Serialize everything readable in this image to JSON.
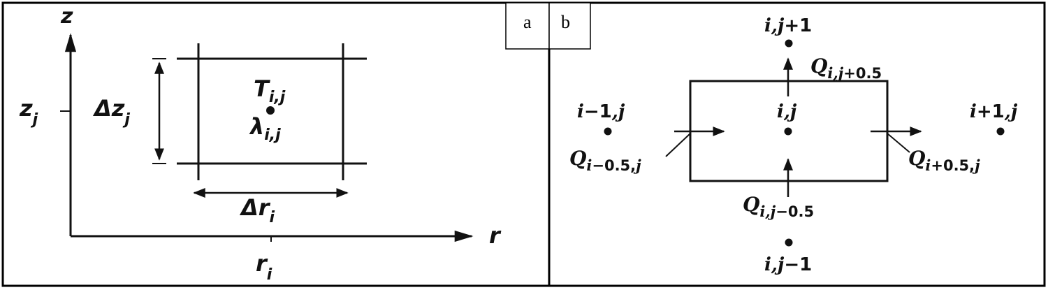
{
  "figure": {
    "panels": [
      {
        "id": "a",
        "tag": "a",
        "axes": {
          "vertical_label": "z",
          "horizontal_label": "r",
          "z_tick_label": {
            "main": "z",
            "sub": "j"
          },
          "r_tick_label": {
            "main": "r",
            "sub": "i"
          }
        },
        "cell": {
          "delta_z": {
            "main": "Δz",
            "sub": "j"
          },
          "delta_r": {
            "main": "Δr",
            "sub": "i"
          },
          "temperature": {
            "main": "T",
            "sub": "i,j"
          },
          "conductivity": {
            "main": "λ",
            "sub": "i,j"
          }
        }
      },
      {
        "id": "b",
        "tag": "b",
        "nodes": {
          "center": "i,j",
          "top": {
            "ij": "i,j",
            "rest": "+1"
          },
          "bottom": {
            "ij": "i,j",
            "rest": "−1"
          },
          "left": {
            "pre": "i",
            "mid": "−1",
            "post": ",j"
          },
          "right": {
            "pre": "i",
            "mid": "+1",
            "post": ",j"
          }
        },
        "fluxes": {
          "top": {
            "main": "Q",
            "sub_ij": "i,j",
            "sub_rest": "+0.5"
          },
          "bottom": {
            "main": "Q",
            "sub_ij": "i,j",
            "sub_rest": "−0.5"
          },
          "left": {
            "main": "Q",
            "sub_i": "i",
            "sub_rest": "−0.5,",
            "sub_j": "j"
          },
          "right": {
            "main": "Q",
            "sub_i": "i",
            "sub_rest": "+0.5,",
            "sub_j": "j"
          }
        }
      }
    ],
    "colors": {
      "ink": "#111111",
      "background": "#ffffff",
      "border": "#000000"
    }
  }
}
